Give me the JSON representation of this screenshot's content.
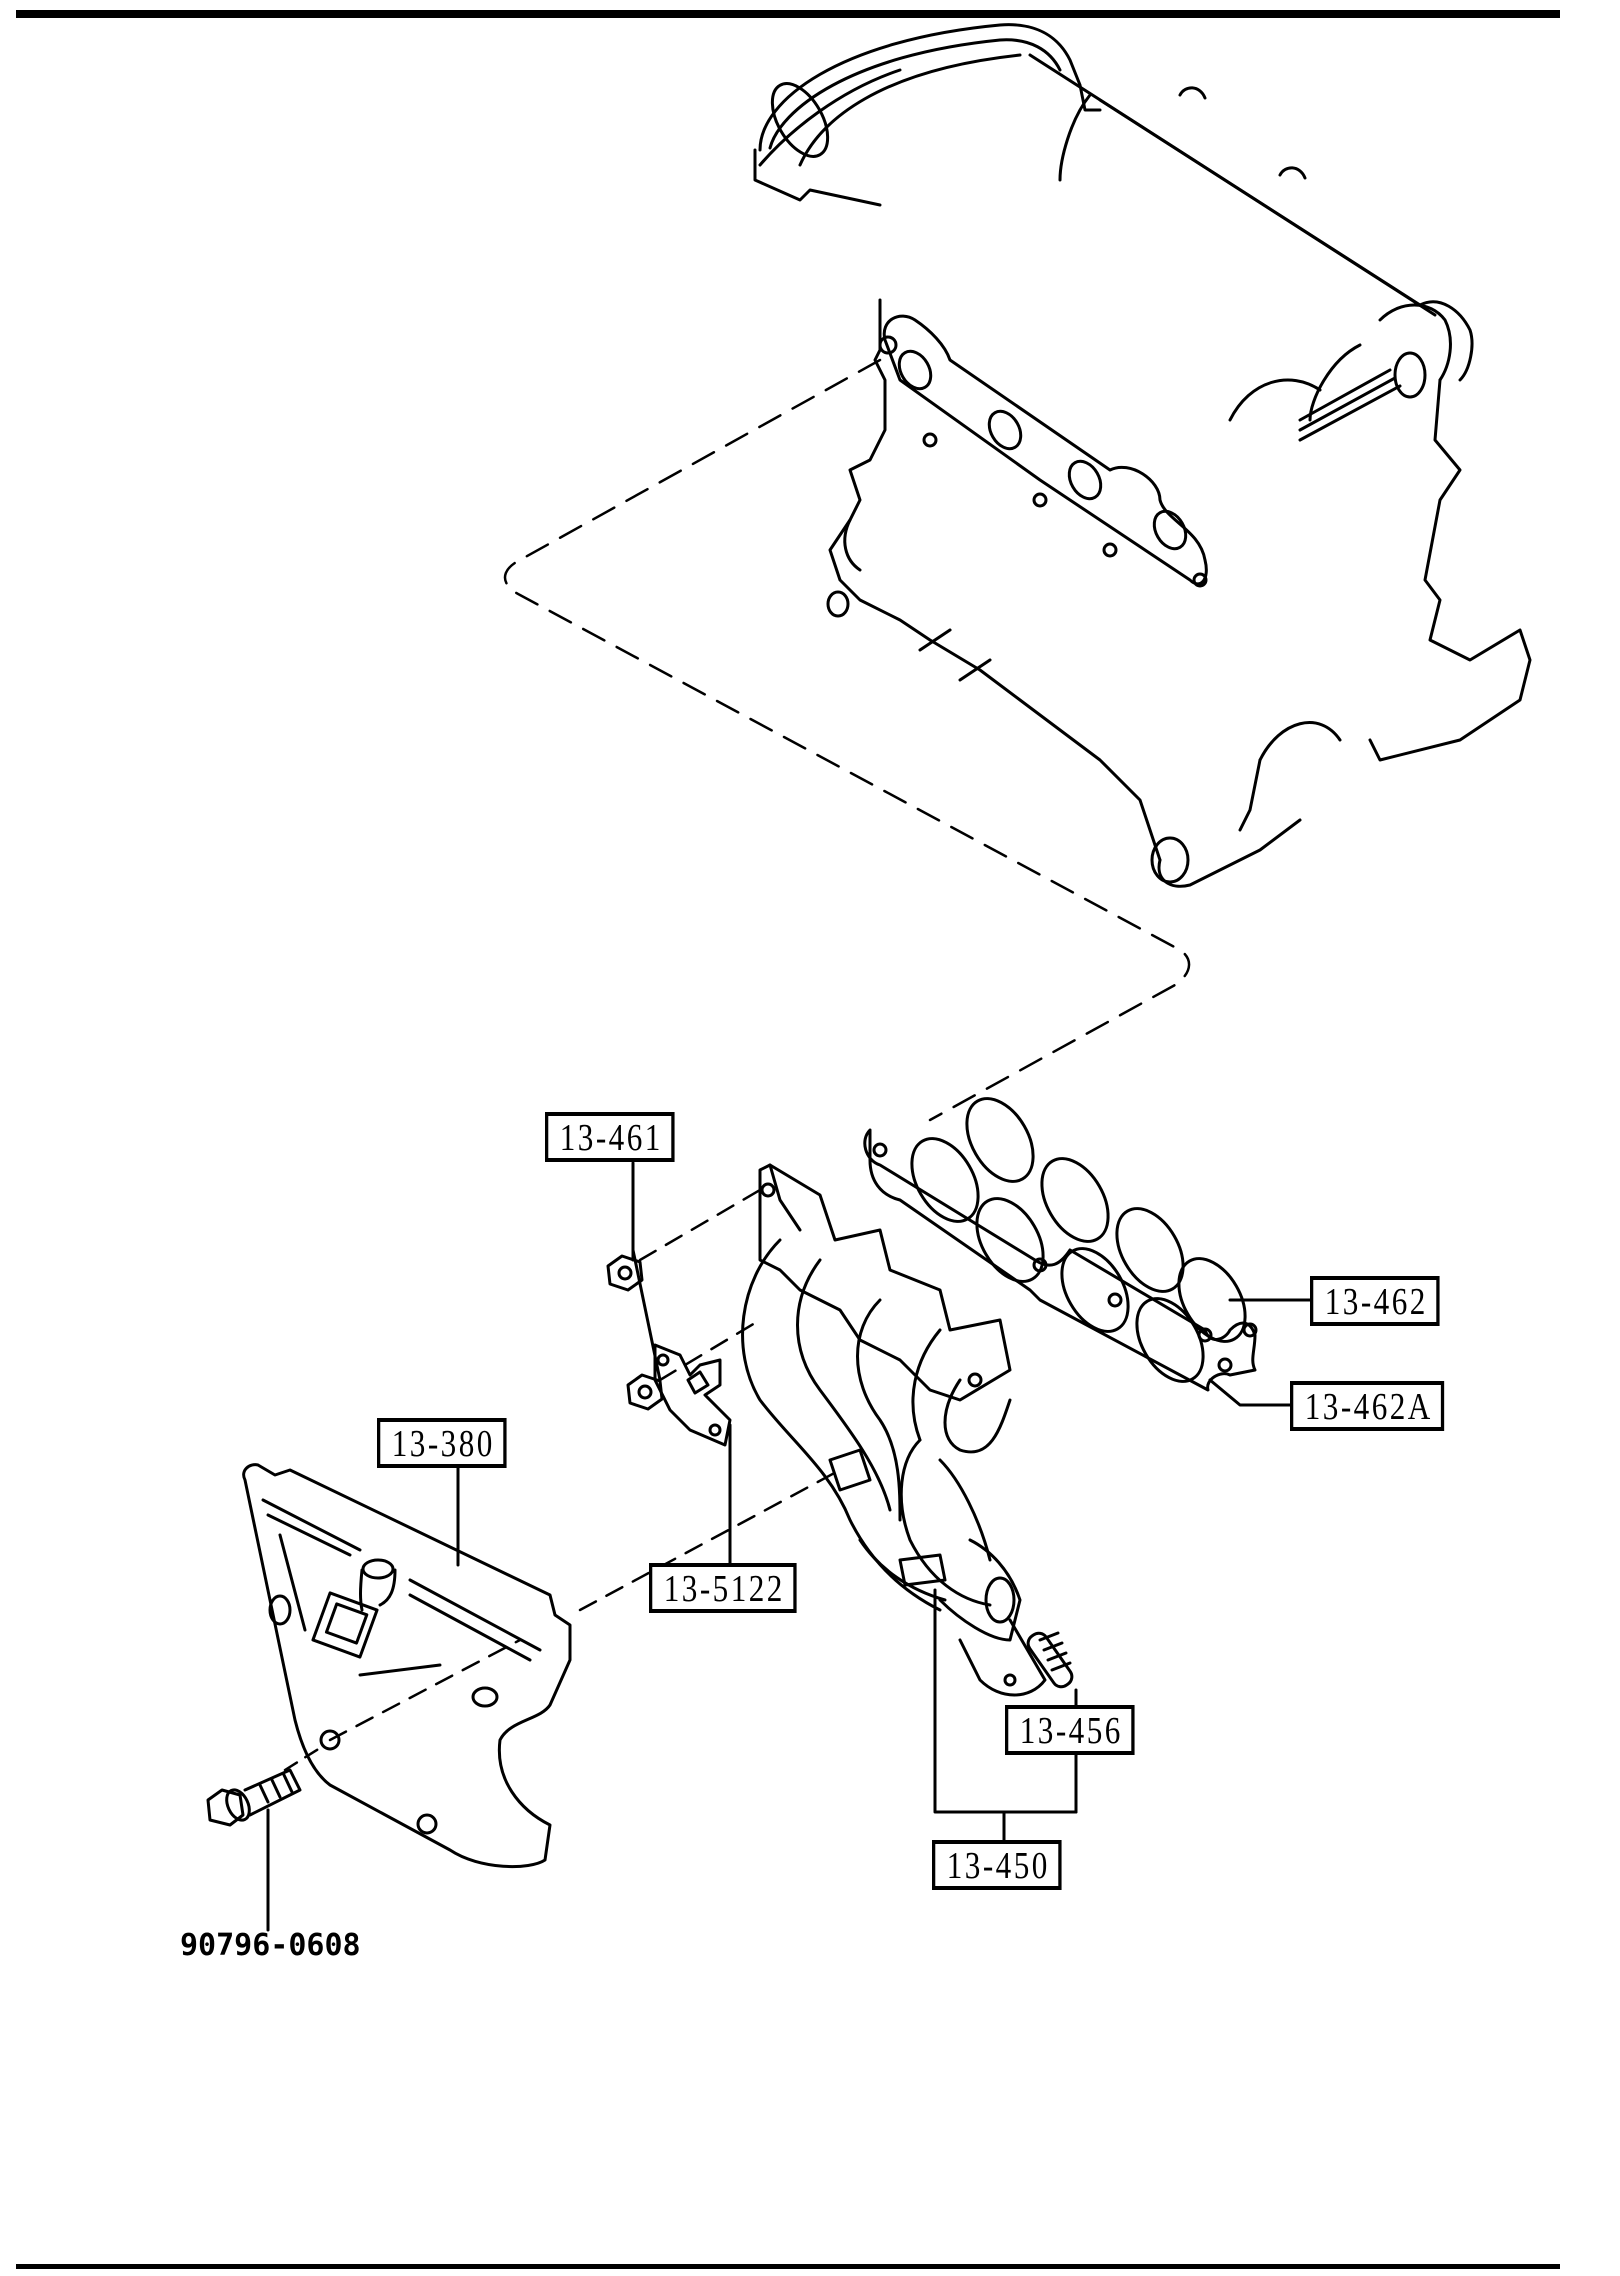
{
  "diagram": {
    "title": "",
    "subject": "Exhaust manifold assembly exploded view",
    "components": [
      {
        "id": "engine-block",
        "description": "engine cylinder head and block"
      },
      {
        "id": "exhaust-manifold",
        "description": "exhaust manifold with 4-into-1 pipes"
      },
      {
        "id": "manifold-gasket",
        "description": "exhaust manifold gasket"
      },
      {
        "id": "heat-shield",
        "description": "manifold heat insulator"
      },
      {
        "id": "bracket",
        "description": "manifold bracket"
      },
      {
        "id": "nuts",
        "description": "flange nuts (2)"
      },
      {
        "id": "stud",
        "description": "stud bolt"
      },
      {
        "id": "bolt",
        "description": "flange bolt"
      }
    ]
  },
  "callouts": {
    "c13461": "13-461",
    "c13462": "13-462",
    "c13462A": "13-462A",
    "c13380": "13-380",
    "c135122": "13-5122",
    "c13456": "13-456",
    "c13450": "13-450"
  },
  "part_numbers": {
    "bolt": "90796-0608"
  }
}
